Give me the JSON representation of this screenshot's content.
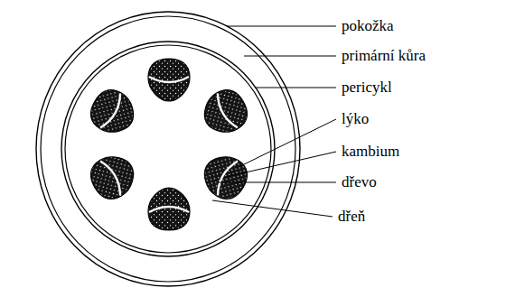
{
  "diagram": {
    "labels": [
      "pokožka",
      "primární kůra",
      "pericykl",
      "lýko",
      "kambium",
      "dřevo",
      "dřeň"
    ]
  }
}
